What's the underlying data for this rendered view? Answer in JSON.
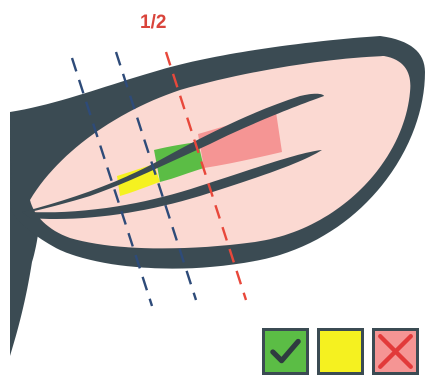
{
  "fraction_label": "1/2",
  "colors": {
    "outline": "#3b4b53",
    "interior": "#fbd9d2",
    "segment_yellow": "#f5f120",
    "segment_green": "#5bbd45",
    "segment_red": "#f59594",
    "dash_blue": "#2e4b79",
    "dash_red": "#e8483b",
    "label_red": "#d9443b",
    "legend_green": "#5bbd45",
    "legend_yellow": "#f5f120",
    "legend_red": "#f59594",
    "check_mark": "#2f3b40",
    "cross_mark": "#e23a3a"
  },
  "legend": [
    {
      "name": "legend-correct",
      "icon": "check-icon"
    },
    {
      "name": "legend-partial",
      "icon": "blank"
    },
    {
      "name": "legend-incorrect",
      "icon": "x-icon"
    }
  ]
}
